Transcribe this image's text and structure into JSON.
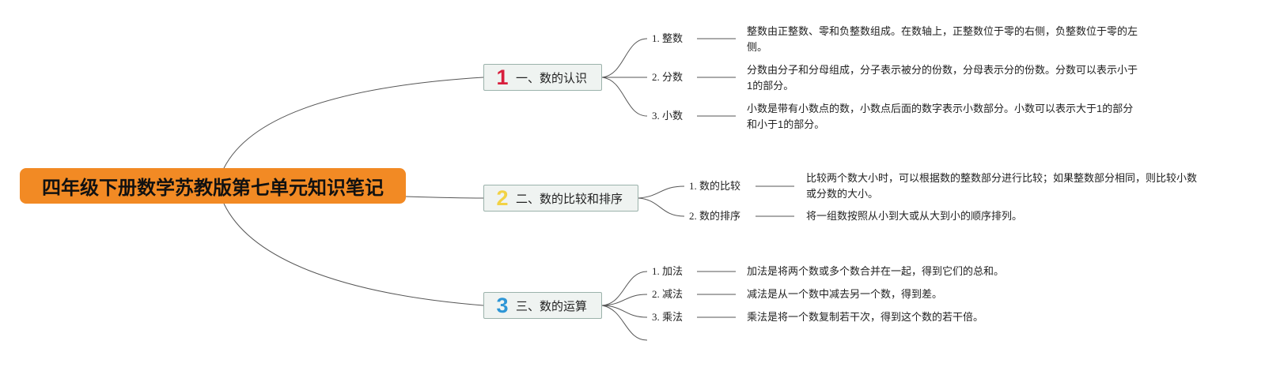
{
  "root": {
    "title": "四年级下册数学苏教版第七单元知识笔记"
  },
  "colors": {
    "root": "#F28A24",
    "badge1": "#D81E3C",
    "badge2": "#F2D244",
    "badge3": "#2E96D6"
  },
  "branches": [
    {
      "number": "1",
      "title": "一、数的认识",
      "items": [
        {
          "label": "1. 整数",
          "desc": "整数由正整数、零和负整数组成。在数轴上，正整数位于零的右侧，负整数位于零的左侧。"
        },
        {
          "label": "2. 分数",
          "desc": "分数由分子和分母组成，分子表示被分的份数，分母表示分的份数。分数可以表示小于1的部分。"
        },
        {
          "label": "3. 小数",
          "desc": "小数是带有小数点的数，小数点后面的数字表示小数部分。小数可以表示大于1的部分和小于1的部分。"
        }
      ]
    },
    {
      "number": "2",
      "title": "二、数的比较和排序",
      "items": [
        {
          "label": "1. 数的比较",
          "desc": "比较两个数大小时，可以根据数的整数部分进行比较；如果整数部分相同，则比较小数或分数的大小。"
        },
        {
          "label": "2. 数的排序",
          "desc": "将一组数按照从小到大或从大到小的顺序排列。"
        }
      ]
    },
    {
      "number": "3",
      "title": "三、数的运算",
      "items": [
        {
          "label": "1. 加法",
          "desc": "加法是将两个数或多个数合并在一起，得到它们的总和。"
        },
        {
          "label": "2. 减法",
          "desc": "减法是从一个数中减去另一个数，得到差。"
        },
        {
          "label": "3. 乘法",
          "desc": "乘法是将一个数复制若干次，得到这个数的若干倍。"
        }
      ]
    }
  ]
}
